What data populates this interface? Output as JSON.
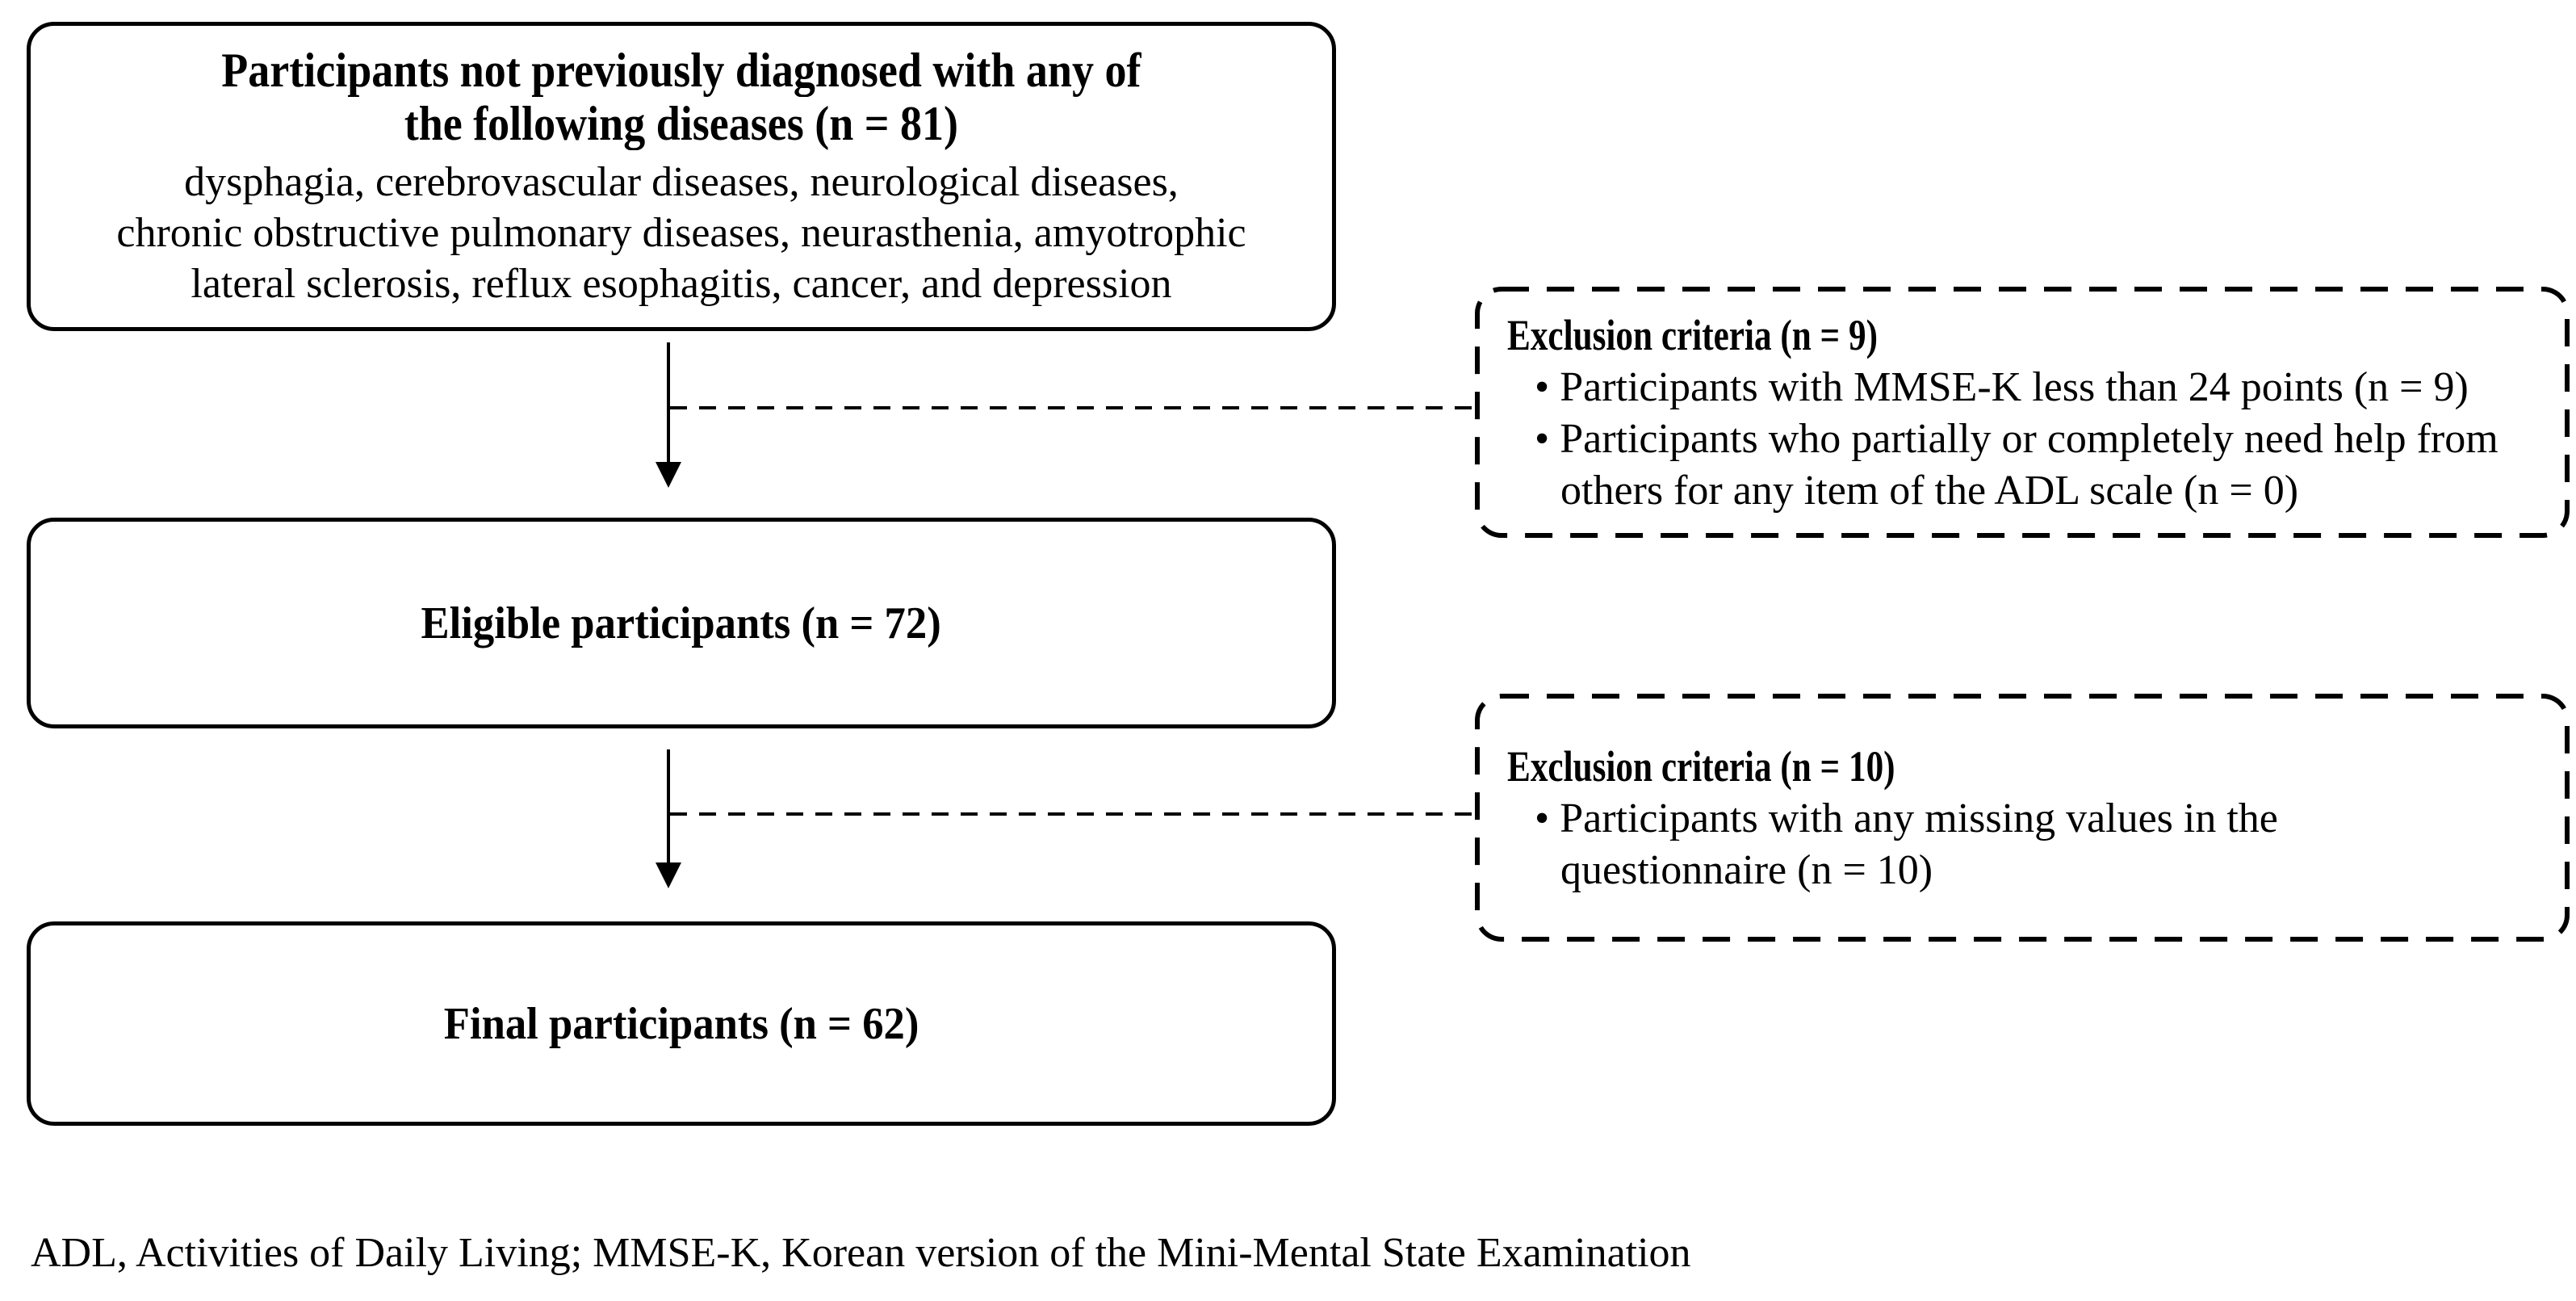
{
  "figure": {
    "boxes": [
      {
        "title_lines": [
          "Participants not previously diagnosed with any of",
          "the following diseases (n = 81)"
        ],
        "body_lines": [
          "dysphagia, cerebrovascular diseases, neurological diseases,",
          "chronic obstructive pulmonary diseases, neurasthenia, amyotrophic",
          "lateral sclerosis, reflux esophagitis, cancer, and depression"
        ]
      },
      {
        "title": "Eligible participants (n = 72)"
      },
      {
        "title": "Final participants (n = 62)"
      }
    ],
    "exclusions": [
      {
        "title": "Exclusion criteria (n = 9)",
        "items": [
          "Participants with MMSE-K less than 24 points (n = 9)",
          "Participants who partially or completely need help from others for any item of the ADL scale (n = 0)"
        ]
      },
      {
        "title": "Exclusion criteria (n = 10)",
        "items": [
          "Participants with any missing values in the questionnaire (n = 10)"
        ]
      }
    ],
    "footnote": "ADL, Activities of Daily Living; MMSE-K, Korean version of the Mini-Mental State Examination"
  }
}
